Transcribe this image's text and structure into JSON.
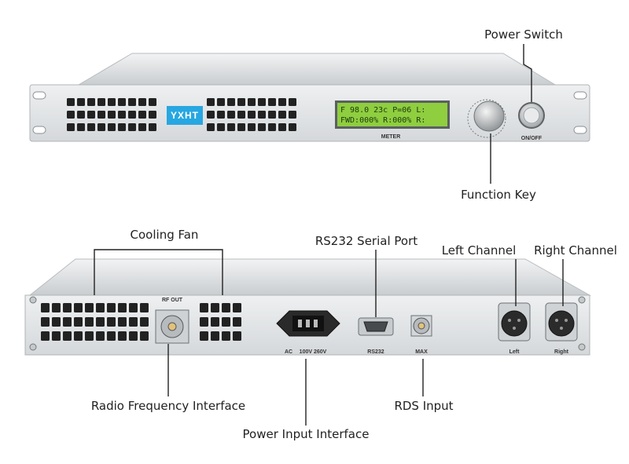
{
  "front_panel": {
    "logo": "YXHT",
    "lcd_line1": "F 98.0 23c P=06 L:",
    "lcd_line2": "FWD:000% R:000% R:",
    "meter_label": "METER",
    "onoff_label": "ON/OFF"
  },
  "rear_panel": {
    "rf_out_label": "RF OUT",
    "ac_label": "AC",
    "voltage_label": "100V 260V",
    "rs232_label": "RS232",
    "max_label": "MAX",
    "left_label": "Left",
    "right_label": "Right"
  },
  "callouts": {
    "power_switch": "Power Switch",
    "function_key": "Function Key",
    "cooling_fan": "Cooling Fan",
    "rs232_serial_port": "RS232 Serial Port",
    "left_channel": "Left Channel",
    "right_channel": "Right Channel",
    "radio_frequency_interface": "Radio Frequency Interface",
    "rds_input": "RDS Input",
    "power_input_interface": "Power Input Interface"
  },
  "colors": {
    "panel": "#e4e6e8",
    "panel_top": "#cfd3d6",
    "vent": "#222222",
    "lcd": "#8fce3f",
    "logo_bg": "#27a7e1",
    "leader": "#222222"
  }
}
